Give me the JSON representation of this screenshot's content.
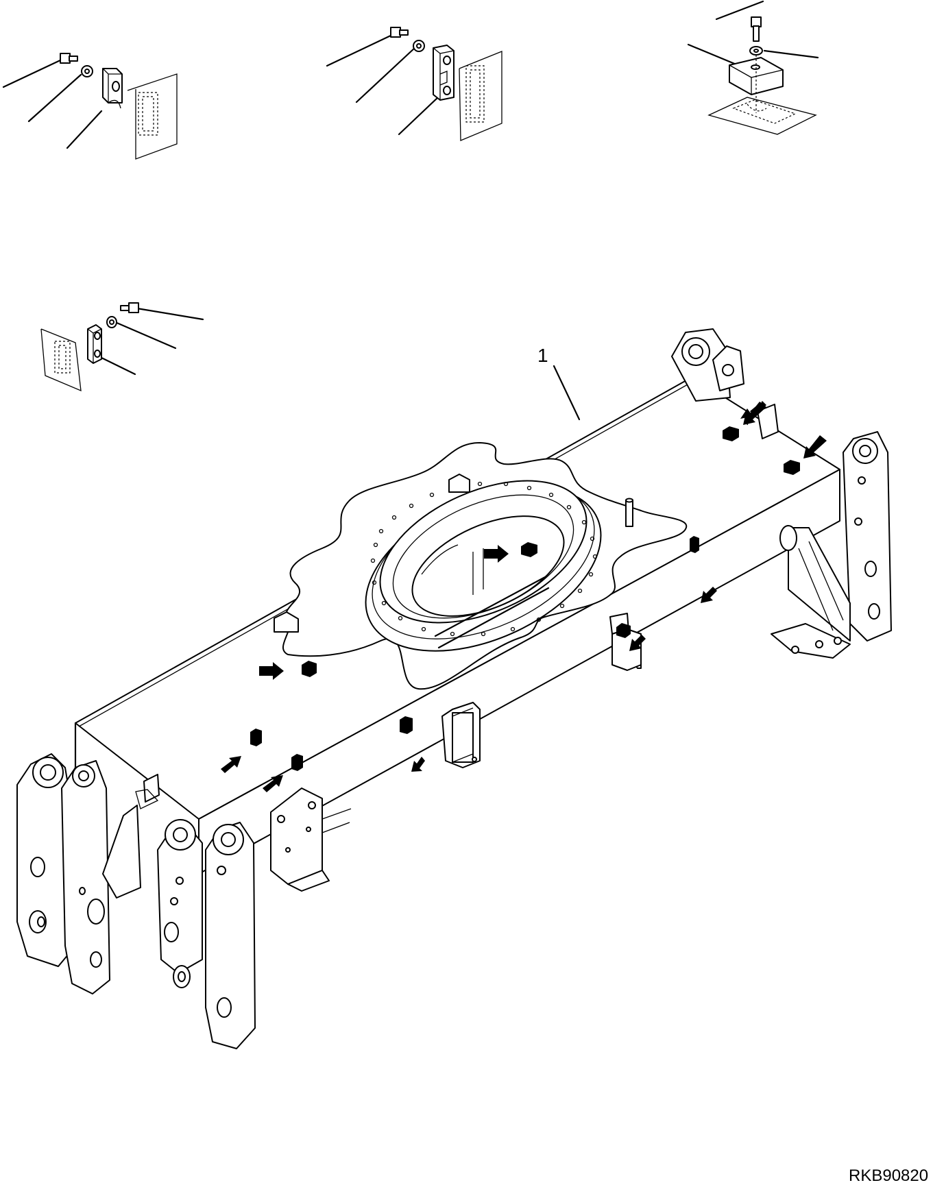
{
  "callouts": [
    {
      "id": "1",
      "label": "1"
    }
  ],
  "drawing_code": "RKB90820",
  "icons": [
    "arrow-indicator-icon",
    "pad-block-icon"
  ]
}
